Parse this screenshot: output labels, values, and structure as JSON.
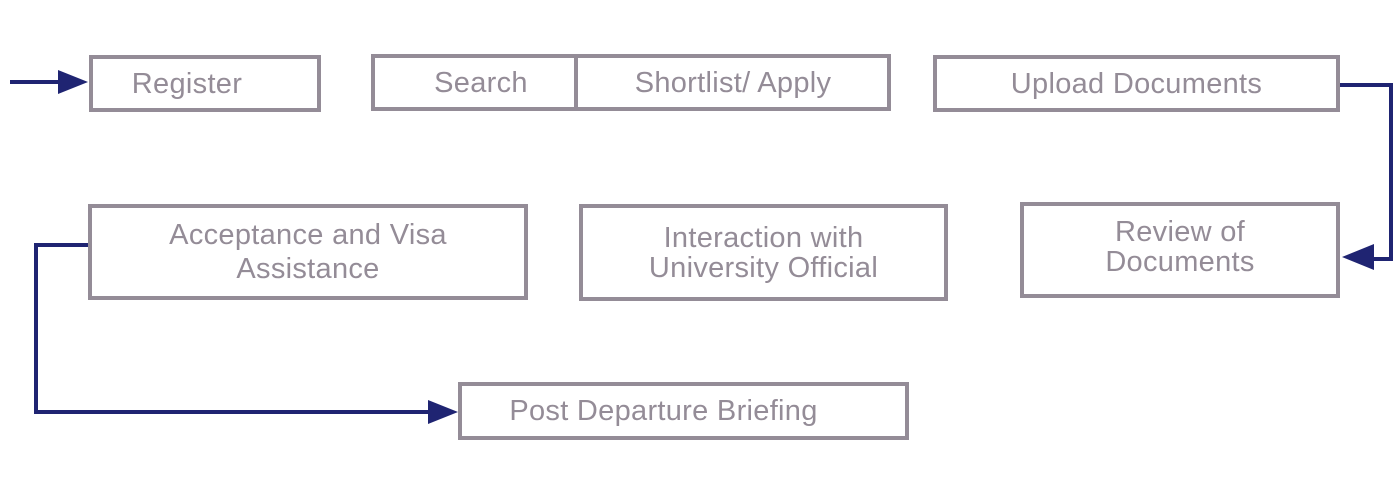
{
  "colors": {
    "box_border": "#948c97",
    "box_text": "#948c97",
    "arrow": "#1f2472",
    "background": "#ffffff"
  },
  "steps": {
    "register": {
      "label": "Register"
    },
    "search": {
      "label": "Search"
    },
    "shortlist": {
      "label": "Shortlist/ Apply"
    },
    "upload": {
      "label": "Upload Documents"
    },
    "review": {
      "line1": "Review of",
      "line2": "Documents"
    },
    "interaction": {
      "line1": "Interaction with",
      "line2": "University Official"
    },
    "acceptance": {
      "line1": "Acceptance and Visa",
      "line2": "Assistance"
    },
    "briefing": {
      "label": "Post Departure Briefing"
    }
  },
  "connectors": [
    {
      "from": "start",
      "to": "register"
    },
    {
      "from": "upload",
      "to": "review"
    },
    {
      "from": "acceptance",
      "to": "briefing"
    }
  ]
}
